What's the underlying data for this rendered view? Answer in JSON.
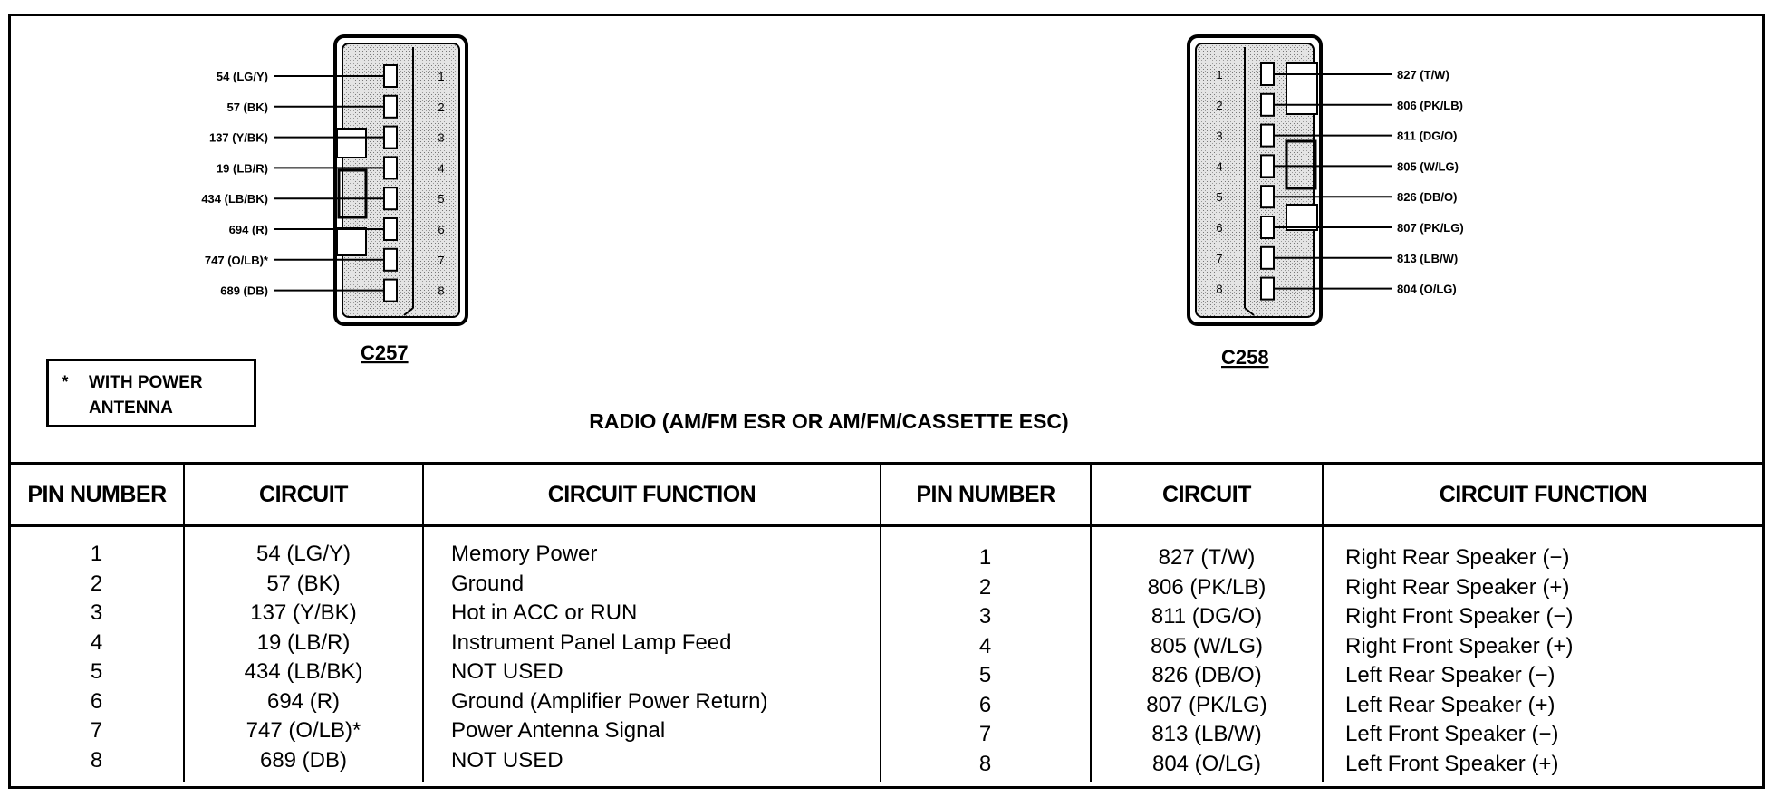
{
  "connectors": {
    "left": {
      "name": "C257",
      "pins": [
        "1",
        "2",
        "3",
        "4",
        "5",
        "6",
        "7",
        "8"
      ],
      "wires": [
        "54 (LG/Y)",
        "57 (BK)",
        "137 (Y/BK)",
        "19 (LB/R)",
        "434 (LB/BK)",
        "694 (R)",
        "747 (O/LB)*",
        "689 (DB)"
      ]
    },
    "right": {
      "name": "C258",
      "pins": [
        "1",
        "2",
        "3",
        "4",
        "5",
        "6",
        "7",
        "8"
      ],
      "wires": [
        "827 (T/W)",
        "806 (PK/LB)",
        "811 (DG/O)",
        "805 (W/LG)",
        "826 (DB/O)",
        "807 (PK/LG)",
        "813 (LB/W)",
        "804 (O/LG)"
      ]
    }
  },
  "note": {
    "star": "*",
    "line1": "WITH POWER",
    "line2": "ANTENNA"
  },
  "title": "RADIO (AM/FM ESR OR AM/FM/CASSETTE ESC)",
  "table": {
    "headers": [
      "PIN NUMBER",
      "CIRCUIT",
      "CIRCUIT FUNCTION",
      "PIN NUMBER",
      "CIRCUIT",
      "CIRCUIT FUNCTION"
    ],
    "left": {
      "pins": [
        "1",
        "2",
        "3",
        "4",
        "5",
        "6",
        "7",
        "8"
      ],
      "circuits": [
        "54 (LG/Y)",
        "57 (BK)",
        "137 (Y/BK)",
        "19 (LB/R)",
        "434 (LB/BK)",
        "694 (R)",
        "747 (O/LB)*",
        "689 (DB)"
      ],
      "functions": [
        "Memory Power",
        "Ground",
        "Hot in ACC or RUN",
        "Instrument Panel Lamp Feed",
        "NOT USED",
        "Ground (Amplifier Power Return)",
        "Power Antenna Signal",
        "NOT USED"
      ]
    },
    "right": {
      "pins": [
        "1",
        "2",
        "3",
        "4",
        "5",
        "6",
        "7",
        "8"
      ],
      "circuits": [
        "827 (T/W)",
        "806 (PK/LB)",
        "811 (DG/O)",
        "805 (W/LG)",
        "826 (DB/O)",
        "807 (PK/LG)",
        "813 (LB/W)",
        "804 (O/LG)"
      ],
      "functions": [
        "Right Rear Speaker (−)",
        "Right Rear Speaker (+)",
        "Right Front Speaker (−)",
        "Right Front Speaker (+)",
        "Left Rear Speaker (−)",
        "Left Rear Speaker (+)",
        "Left Front Speaker (−)",
        "Left Front Speaker (+)"
      ]
    }
  }
}
